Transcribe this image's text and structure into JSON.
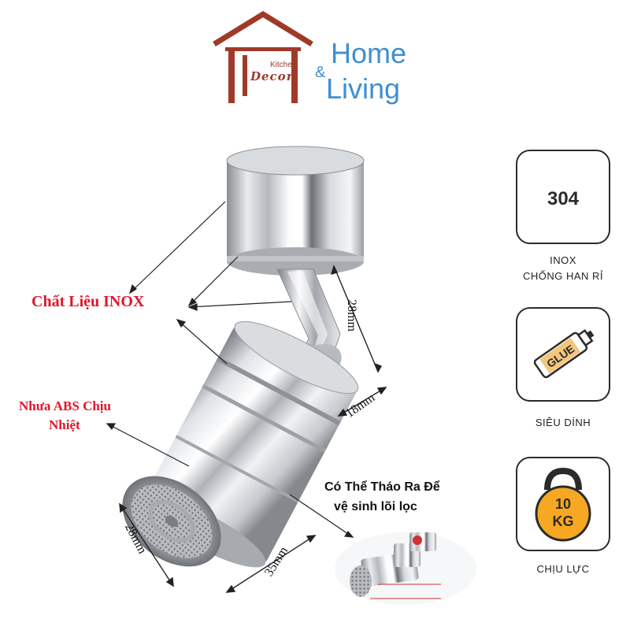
{
  "brand": {
    "kitchen": "Kitchen",
    "decor": "Decor",
    "amp": "&",
    "home": "Home",
    "living": "Living"
  },
  "callouts": {
    "material": "Chất Liệu INOX",
    "abs_line1": "Nhưa ABS Chịu",
    "abs_line2": "Nhiệt",
    "detach_line1": "Có Thể Tháo Ra Để",
    "detach_line2": "vệ sinh lõi lọc"
  },
  "dimensions": {
    "neck_length": "28mm",
    "neck_width": "18mm",
    "head_diameter": "28mm",
    "head_length": "35mm"
  },
  "features": [
    {
      "icon": "steel-304-icon",
      "badge": "304",
      "line1": "INOX",
      "line2": "CHỐNG HAN RỈ"
    },
    {
      "icon": "glue-tube-icon",
      "badge": "GLUE",
      "line1": "SIÊU DÍNH",
      "line2": ""
    },
    {
      "icon": "kettlebell-icon",
      "badge_top": "10",
      "badge_bottom": "KG",
      "line1": "CHỊU LỰC",
      "line2": ""
    }
  ],
  "colors": {
    "brand_blue": "#3f8fd2",
    "brand_brown": "#a03a28",
    "callout_red": "#e0162b",
    "kettlebell_orange": "#f7a823"
  }
}
